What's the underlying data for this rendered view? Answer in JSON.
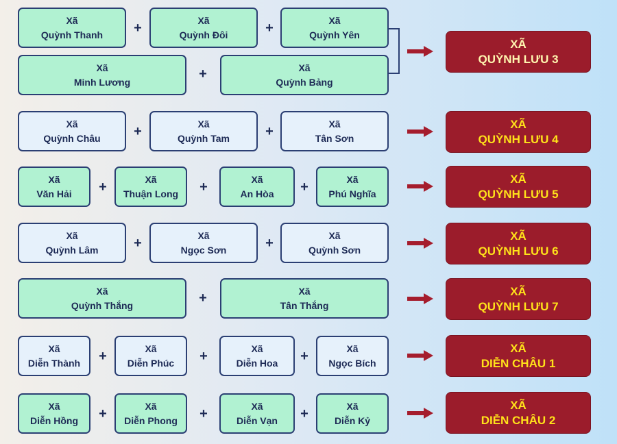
{
  "plus_symbol": "+",
  "colors": {
    "green_box": "#b1f2d2",
    "light_box": "#e6f1fb",
    "border": "#2b3f73",
    "arrow": "#a51d2d",
    "result_bg": "#9b1c2b",
    "result_text": "#ffe21a"
  },
  "groups": [
    {
      "boxes": [
        {
          "prefix": "Xã",
          "name": "Quỳnh Thanh"
        },
        {
          "prefix": "Xã",
          "name": "Quỳnh Đôi"
        },
        {
          "prefix": "Xã",
          "name": "Quỳnh Yên"
        },
        {
          "prefix": "Xã",
          "name": "Minh Lương"
        },
        {
          "prefix": "Xã",
          "name": "Quỳnh Bảng"
        }
      ],
      "result": {
        "line1": "XÃ",
        "line2": "QUỲNH LƯU 3"
      }
    },
    {
      "boxes": [
        {
          "prefix": "Xã",
          "name": "Quỳnh Châu"
        },
        {
          "prefix": "Xã",
          "name": "Quỳnh Tam"
        },
        {
          "prefix": "Xã",
          "name": "Tân Sơn"
        }
      ],
      "result": {
        "line1": "XÃ",
        "line2": "QUỲNH LƯU 4"
      }
    },
    {
      "boxes": [
        {
          "prefix": "Xã",
          "name": "Văn Hải"
        },
        {
          "prefix": "Xã",
          "name": "Thuận Long"
        },
        {
          "prefix": "Xã",
          "name": "An Hòa"
        },
        {
          "prefix": "Xã",
          "name": "Phú Nghĩa"
        }
      ],
      "result": {
        "line1": "XÃ",
        "line2": "QUỲNH LƯU 5"
      }
    },
    {
      "boxes": [
        {
          "prefix": "Xã",
          "name": "Quỳnh Lâm"
        },
        {
          "prefix": "Xã",
          "name": "Ngọc Sơn"
        },
        {
          "prefix": "Xã",
          "name": "Quỳnh Sơn"
        }
      ],
      "result": {
        "line1": "XÃ",
        "line2": "QUỲNH LƯU 6"
      }
    },
    {
      "boxes": [
        {
          "prefix": "Xã",
          "name": "Quỳnh Thắng"
        },
        {
          "prefix": "Xã",
          "name": "Tân Thắng"
        }
      ],
      "result": {
        "line1": "XÃ",
        "line2": "QUỲNH LƯU 7"
      }
    },
    {
      "boxes": [
        {
          "prefix": "Xã",
          "name": "Diễn Thành"
        },
        {
          "prefix": "Xã",
          "name": "Diễn Phúc"
        },
        {
          "prefix": "Xã",
          "name": "Diễn Hoa"
        },
        {
          "prefix": "Xã",
          "name": "Ngọc Bích"
        }
      ],
      "result": {
        "line1": "XÃ",
        "line2": "DIỄN CHÂU 1"
      }
    },
    {
      "boxes": [
        {
          "prefix": "Xã",
          "name": "Diễn Hồng"
        },
        {
          "prefix": "Xã",
          "name": "Diễn Phong"
        },
        {
          "prefix": "Xã",
          "name": "Diễn Vạn"
        },
        {
          "prefix": "Xã",
          "name": "Diễn Kỷ"
        }
      ],
      "result": {
        "line1": "XÃ",
        "line2": "DIỄN CHÂU 2"
      }
    }
  ]
}
